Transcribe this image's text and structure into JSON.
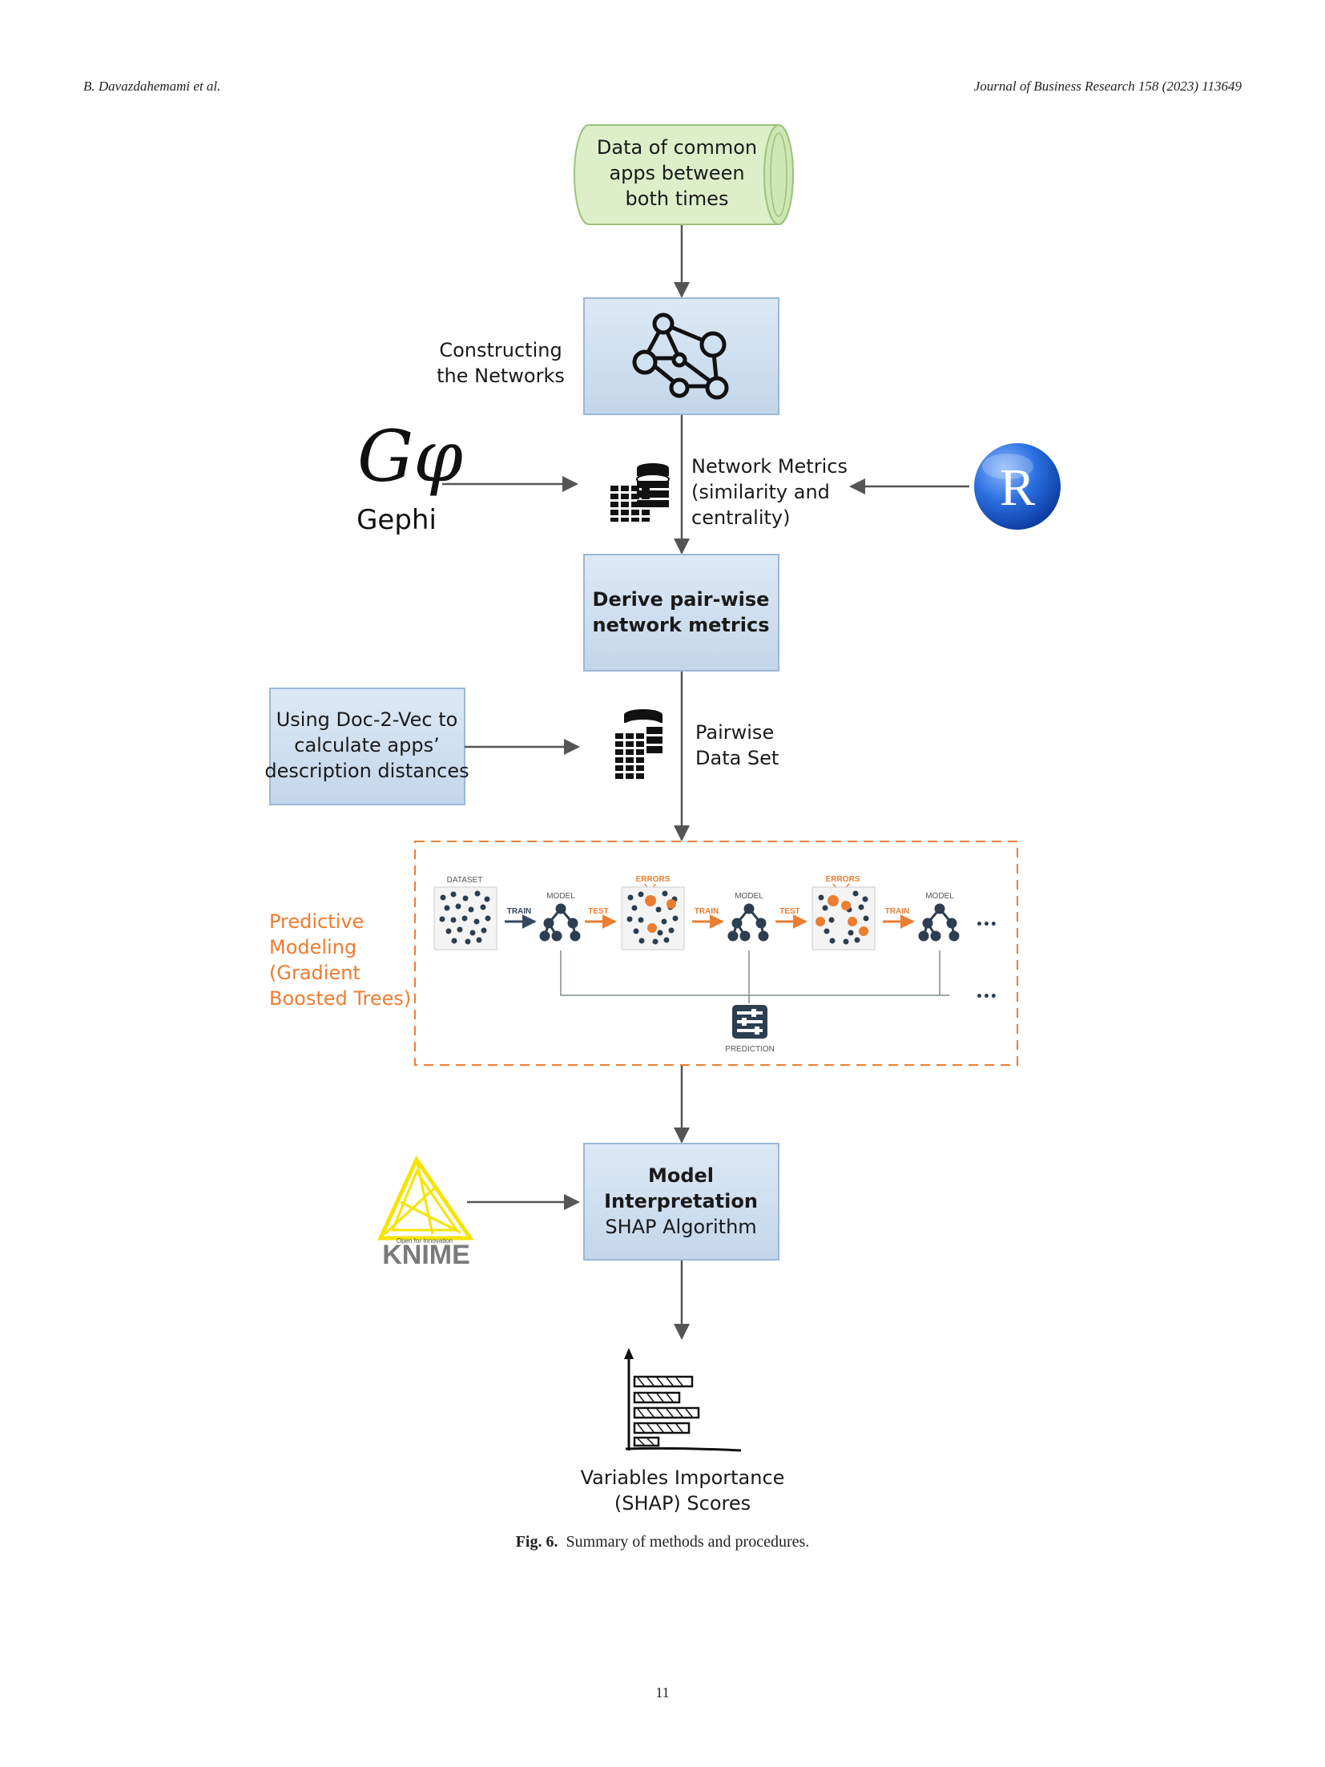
{
  "header": {
    "authors": "B. Davazdahemami et al.",
    "journal": "Journal of Business Research 158 (2023) 113649"
  },
  "diagram": {
    "data_source": [
      "Data of common",
      "apps between",
      "both times"
    ],
    "constructing_label": [
      "Constructing",
      "the Networks"
    ],
    "gephi_logo_text": "Gephi",
    "r_logo_text": "R",
    "network_metrics_label": [
      "Network Metrics",
      "(similarity and",
      "centrality)"
    ],
    "derive_box": [
      "Derive pair-wise",
      "network metrics"
    ],
    "doc2vec_box": [
      "Using Doc-2-Vec to",
      "calculate apps’",
      "description distances"
    ],
    "pairwise_label": [
      "Pairwise",
      "Data Set"
    ],
    "predictive_label": [
      "Predictive",
      "Modeling",
      "(Gradient",
      "Boosted Trees)"
    ],
    "boosting": {
      "dataset": "DATASET",
      "model": "MODEL",
      "errors": "ERRORS",
      "train": "TRAIN",
      "test": "TEST",
      "prediction": "PREDICTION",
      "ellipsis": "•••"
    },
    "knime_logo_text": "KNIME",
    "knime_tagline": "Open for Innovation",
    "model_box": [
      "Model",
      "Interpretation",
      "SHAP Algorithm"
    ],
    "variables_label": [
      "Variables Importance",
      "(SHAP) Scores"
    ]
  },
  "caption": {
    "label": "Fig. 6.",
    "text": "Summary of methods and procedures."
  },
  "page_number": "11",
  "colors": {
    "box_fill": "#cfe0f0",
    "box_stroke": "#9bb8d6",
    "cylinder_fill": "#dcefc8",
    "accent_orange": "#ed7d31",
    "r_blue": "#1f5fc9",
    "knime_yellow": "#f5e400",
    "arrow": "#555555"
  }
}
